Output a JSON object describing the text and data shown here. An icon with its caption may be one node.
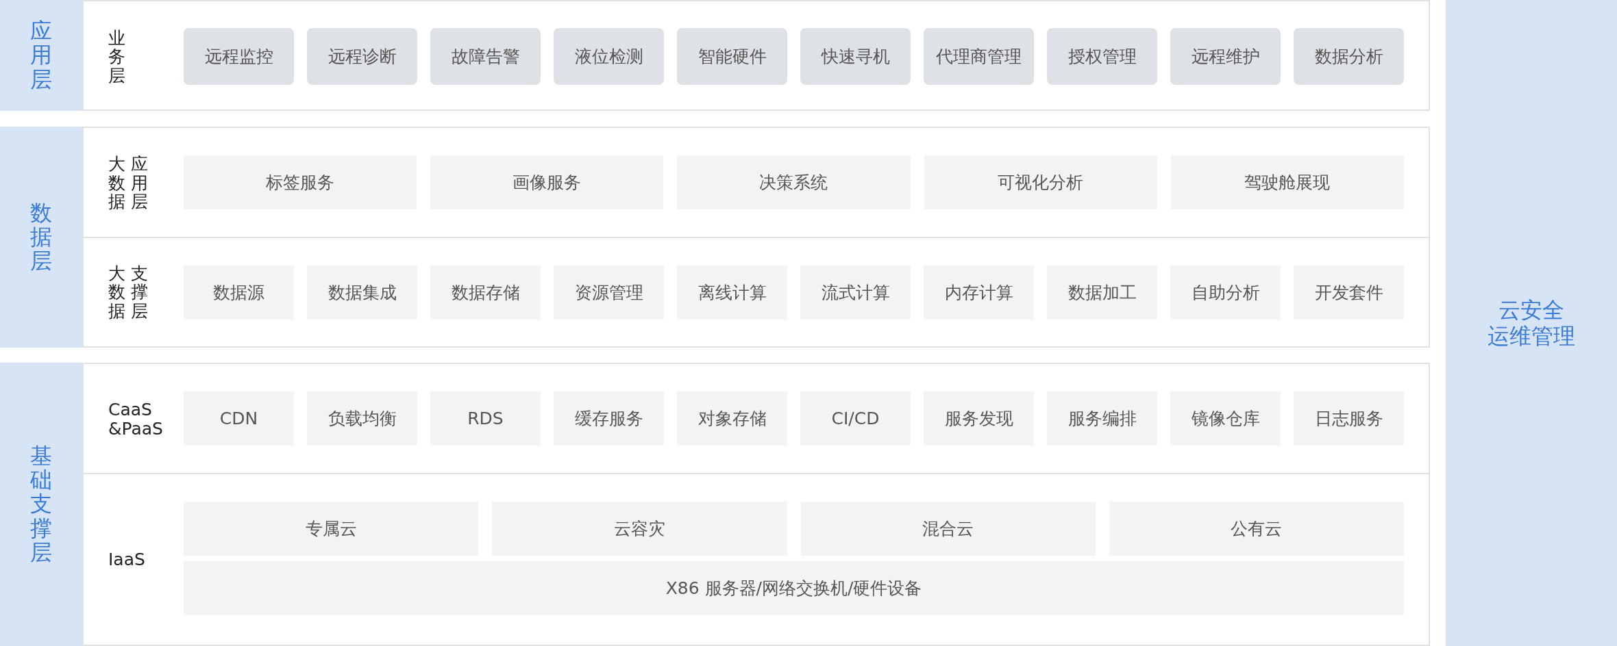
{
  "diagram": {
    "nodes": [
      {
        "text": [
          "应用层"
        ]
      },
      {
        "text": [
          "业务层"
        ]
      },
      {
        "text": [
          "远程监控"
        ],
        "in": 1
      },
      {
        "text": [
          "远程诊断"
        ],
        "in": 1
      },
      {
        "text": [
          "故障告警"
        ],
        "in": 1
      },
      {
        "text": [
          "液位检测"
        ],
        "in": 1
      },
      {
        "text": [
          "智能硬件"
        ],
        "in": 1
      },
      {
        "text": [
          "快速寻机"
        ],
        "in": 1
      },
      {
        "text": [
          "代理商管理"
        ],
        "in": 1
      },
      {
        "text": [
          "授权管理"
        ],
        "in": 1
      },
      {
        "text": [
          "远程维护"
        ],
        "in": 1
      },
      {
        "text": [
          "数据分析"
        ],
        "in": 1
      },
      {
        "text": [
          "数据层"
        ]
      },
      {
        "text": [],
        "shape": "box"
      },
      {
        "text": [
          "大数据应用层"
        ],
        "in": 13
      },
      {
        "text": [
          "标签服务"
        ],
        "in": 14
      },
      {
        "text": [
          "画像服务"
        ],
        "in": 14
      },
      {
        "text": [
          "决策系统"
        ],
        "in": 14
      },
      {
        "text": [
          "可视化分析"
        ],
        "in": 14
      },
      {
        "text": [
          "驾驶舱展现"
        ],
        "in": 14
      },
      {
        "text": [
          "大数据支撑层"
        ],
        "in": 13
      },
      {
        "text": [
          "数据源"
        ],
        "in": 20
      },
      {
        "text": [
          "数据集成"
        ],
        "in": 20
      },
      {
        "text": [
          "数据存储"
        ],
        "in": 20
      },
      {
        "text": [
          "资源管理"
        ],
        "in": 20
      },
      {
        "text": [
          "离线计算"
        ],
        "in": 20
      },
      {
        "text": [
          "流式计算"
        ],
        "in": 20
      },
      {
        "text": [
          "内存计算"
        ],
        "in": 20
      },
      {
        "text": [
          "数据加工"
        ],
        "in": 20
      },
      {
        "text": [
          "自助分析"
        ],
        "in": 20
      },
      {
        "text": [
          "开发套件"
        ],
        "in": 20
      },
      {
        "text": [
          "基础支撑层"
        ]
      },
      {
        "text": [],
        "shape": "box"
      },
      {
        "text": [
          "CaaS &PaaS"
        ],
        "in": 32
      },
      {
        "text": [
          "CDN"
        ],
        "in": 33
      },
      {
        "text": [
          "负载均衡"
        ],
        "in": 33
      },
      {
        "text": [
          "RDS"
        ],
        "in": 33
      },
      {
        "text": [
          "缓存服务"
        ],
        "in": 33
      },
      {
        "text": [
          "对象存储"
        ],
        "in": 33
      },
      {
        "text": [
          "CI/CD"
        ],
        "in": 33
      },
      {
        "text": [
          "服务发现"
        ],
        "in": 33
      },
      {
        "text": [
          "服务编排"
        ],
        "in": 33
      },
      {
        "text": [
          "镜像仓库"
        ],
        "in": 33
      },
      {
        "text": [
          "日志服务"
        ],
        "in": 33
      },
      {
        "text": [
          "IaaS"
        ],
        "in": 32
      },
      {
        "text": [
          "专属云"
        ],
        "in": 44
      },
      {
        "text": [
          "云容灾"
        ],
        "in": 44
      },
      {
        "text": [
          "混合云"
        ],
        "in": 44
      },
      {
        "text": [
          "公有云"
        ],
        "in": 44
      },
      {
        "text": [
          "X86 服务器/网络交换机/硬件设备"
        ],
        "in": 44
      },
      {
        "text": [
          "云安全运维管理"
        ]
      }
    ]
  }
}
